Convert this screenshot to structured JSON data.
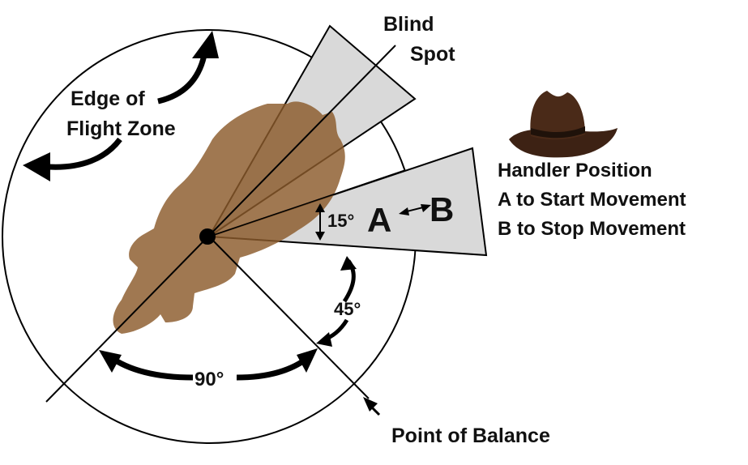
{
  "labels": {
    "blind_spot_line1": "Blind",
    "blind_spot_line2": "Spot",
    "edge_line1": "Edge of",
    "edge_line2": "Flight Zone",
    "handler_line1": "Handler Position",
    "handler_line2": "A to Start Movement",
    "handler_line3": "B to Stop Movement",
    "angle_15": "15°",
    "angle_45": "45°",
    "angle_90": "90°",
    "point_a": "A",
    "point_b": "B",
    "point_of_balance": "Point of Balance"
  },
  "colors": {
    "cow": "#8B5A2B",
    "sector_fill": "#d9d9d9",
    "line": "#000000",
    "hat": "#4a2a18"
  }
}
